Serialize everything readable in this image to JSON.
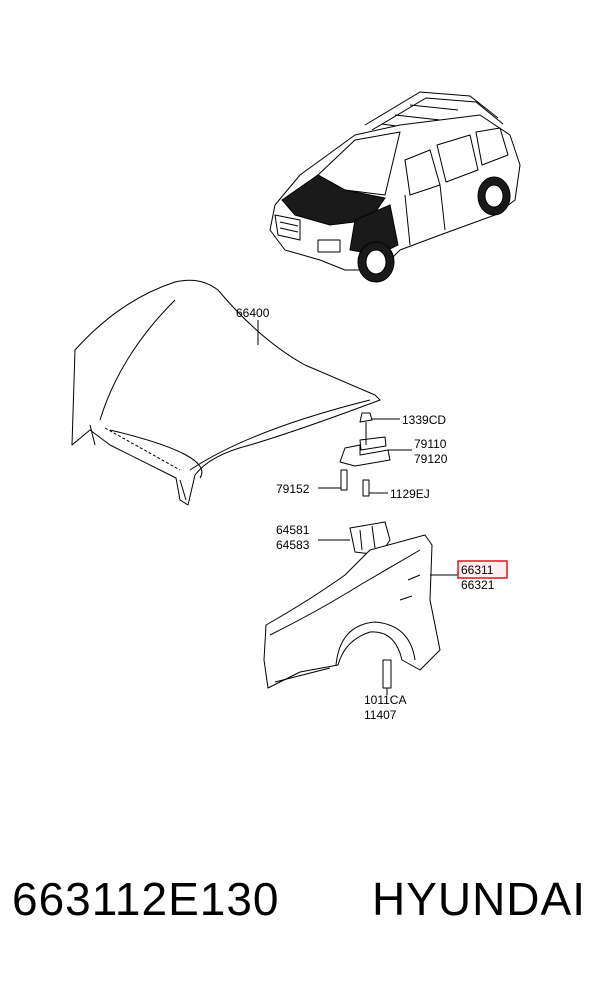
{
  "labels": {
    "hood": "66400",
    "nut": "1339CD",
    "hinge_lh": "79110",
    "hinge_rh": "79120",
    "hinge_bolt": "79152",
    "hinge_screw": "1129EJ",
    "bracket_a": "64581",
    "bracket_b": "64583",
    "fender_lh": "66311",
    "fender_rh": "66321",
    "fender_bolt_a": "1011CA",
    "fender_bolt_b": "11407"
  },
  "highlight_color": "#e0141e",
  "footer": {
    "part_number": "663112E130",
    "brand": "HYUNDAI"
  }
}
